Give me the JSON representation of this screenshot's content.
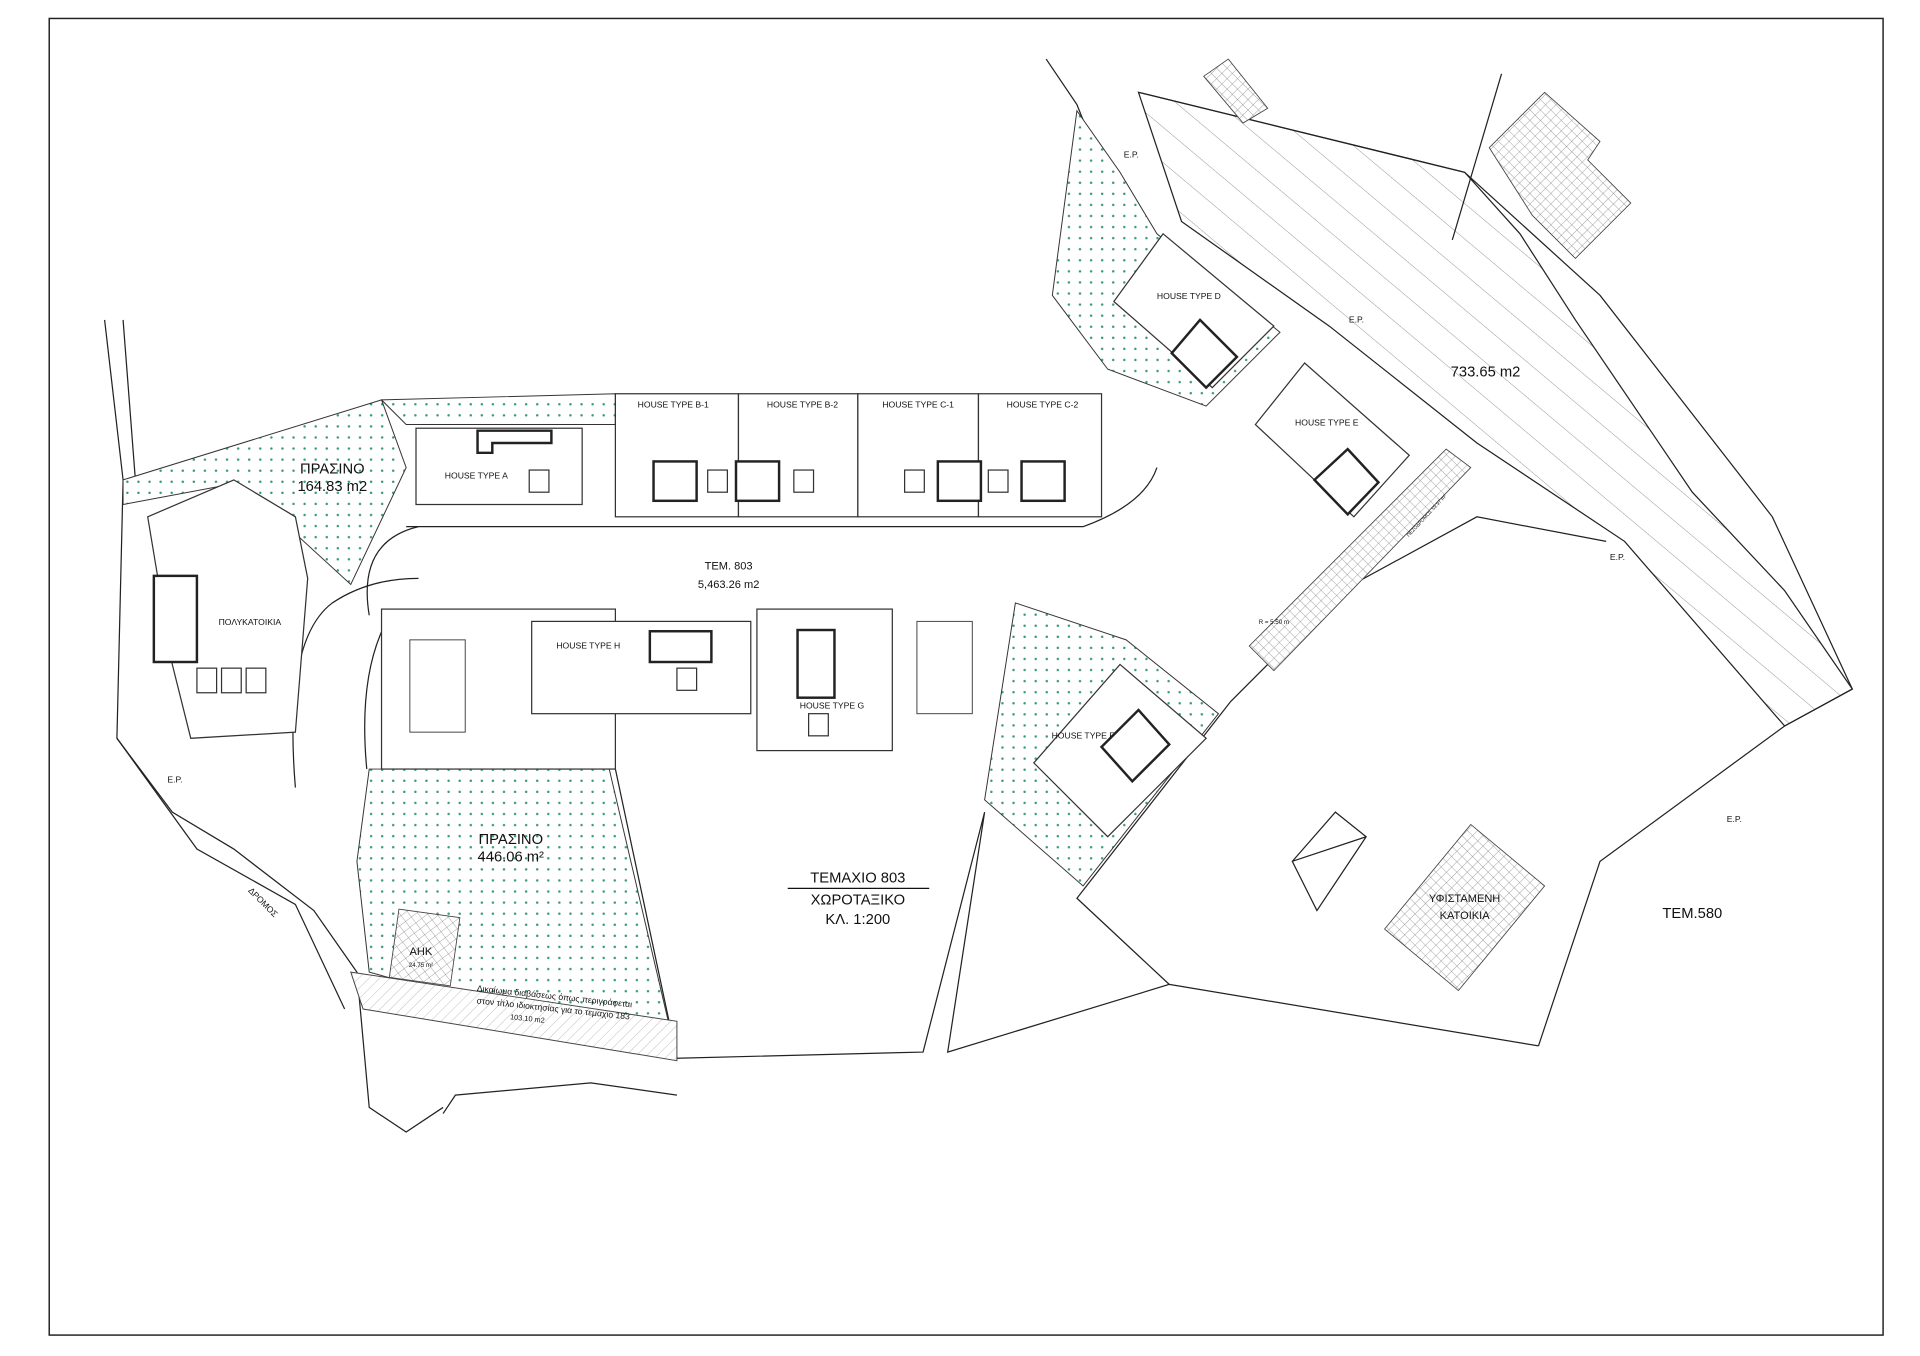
{
  "plan": {
    "title": "ΤΕΜΑΧΙΟ 803",
    "subtitle": "ΧΩΡΟΤΑΞΙΚΟ",
    "scale": "ΚΛ. 1:200",
    "plot_label": "ΤΕΜ. 803",
    "plot_area": "5,463.26 m2",
    "neighbour_plot": "ΤΕΜ.580",
    "road": "ΔΡΟΜΟΣ",
    "hatched_area": "733.65 m2",
    "green_1": {
      "label": "ΠΡΑΣΙΝΟ",
      "area": "164.83 m2"
    },
    "green_2": {
      "label": "ΠΡΑΣΙΝΟ",
      "area": "446.06 m²"
    },
    "substation": {
      "label": "ΑΗΚ",
      "area": "24.75 m²"
    },
    "easement": {
      "line1": "Δικαίωμα διαβάσεως όπως περιγράφεται",
      "line2": "στον τίτλο ιδιοκτησίας για το τεμαχιο 183",
      "area": "103.10 m2"
    },
    "existing_house": {
      "line1": "ΥΦΙΣΤΑΜΕΝΗ",
      "line2": "ΚΑΤΟΙΚΙΑ"
    },
    "apartment_block": "ΠΟΛΥΚΑΤΟΙΚΙΑ",
    "sidewalk": "ΠΕΖΟΔΡΟΜΟΣ 59.97 m²",
    "radius": "R = 5.50 m",
    "ep_label": "E.P.",
    "houses": {
      "a": "HOUSE TYPE A",
      "b1": "HOUSE TYPE B-1",
      "b2": "HOUSE TYPE B-2",
      "c1": "HOUSE TYPE C-1",
      "c2": "HOUSE TYPE C-2",
      "d": "HOUSE TYPE D",
      "e": "HOUSE TYPE E",
      "f": "HOUSE TYPE F",
      "g": "HOUSE TYPE G",
      "h": "HOUSE TYPE H"
    }
  }
}
